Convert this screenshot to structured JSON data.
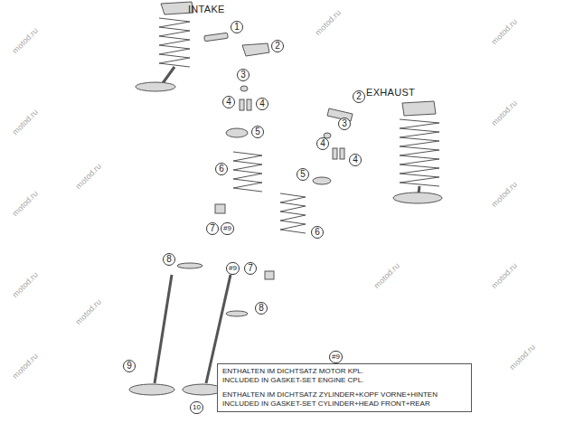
{
  "diagram": {
    "nodes": [
      {
        "text": [
          "ENTHALTEN IM DICHTSATZ MOTOR KPL.",
          "INCLUDED IN GASKET-SET ENGINE CPL.",
          "ENTHALTEN IM DICHTSATZ ZYLINDER+KOPF VORNE+HINTEN",
          "INCLUDED IN GASKET-SET CYLINDER+HEAD FRONT+REAR"
        ]
      }
    ],
    "labels": [
      "INTAKE",
      "1",
      "2",
      "3",
      "4",
      "4",
      "5",
      "6",
      "7",
      "#9",
      "8",
      "9",
      "10",
      "EXHAUST",
      "2",
      "3",
      "4",
      "4",
      "5",
      "6",
      "#9",
      "7",
      "8",
      "#9",
      "motod.ru",
      "motod.ru",
      "motod.ru",
      "motod.ru",
      "motod.ru",
      "motod.ru",
      "motod.ru",
      "motod.ru",
      "motod.ru",
      "motod.ru",
      "motod.ru",
      "motod.ru",
      "motod.ru",
      "motod.ru"
    ]
  }
}
